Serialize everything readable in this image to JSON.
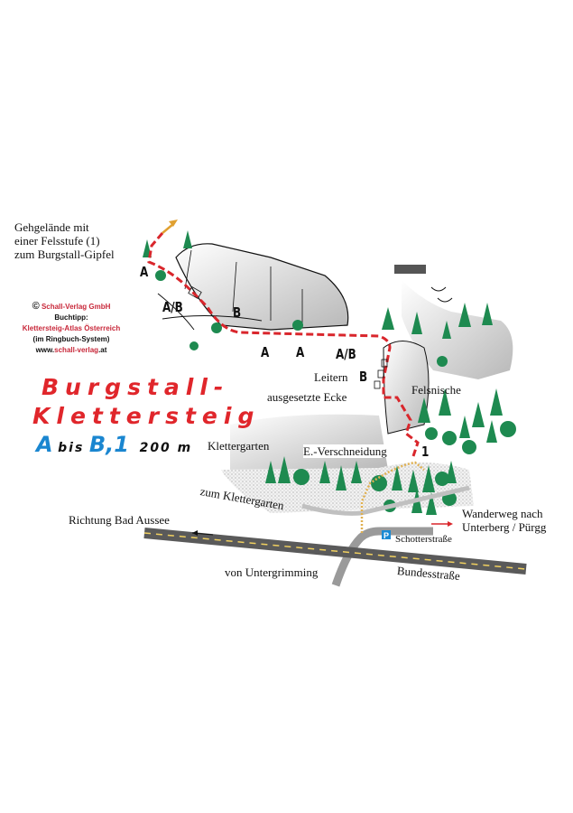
{
  "title": {
    "line1": "Burgstall-",
    "line2": "Klettersteig"
  },
  "difficulty": {
    "from": "A",
    "bis": "bis",
    "to": "B,1",
    "length": "200 m"
  },
  "credits": {
    "copyright": "Schall-Verlag GmbH",
    "tip_label": "Buchtipp:",
    "book": "Klettersteig-Atlas Österreich",
    "format": "(im Ringbuch-System)",
    "url_prefix": "www.",
    "url_name": "schall-verlag",
    "url_suffix": ".at"
  },
  "labels": {
    "summit": [
      "Gehgelände mit",
      "einer Felsstufe (1)",
      "zum Burgstall-Gipfel"
    ],
    "leitern": "Leitern",
    "ecke": "ausgesetzte Ecke",
    "felsnische": "Felsnische",
    "klettergarten": "Klettergarten",
    "verschneidung": "E.-Verschneidung",
    "zum_klettergarten": "zum Klettergarten",
    "bad_aussee": "Richtung Bad Aussee",
    "wanderweg": [
      "Wanderweg nach",
      "Unterberg / Pürgg"
    ],
    "schotter": "Schotterstraße",
    "untergrimming": "von Untergrimming",
    "bundesstrasse": "Bundesstraße",
    "parking": "P"
  },
  "grades": [
    "A",
    "A/B",
    "B",
    "A",
    "A",
    "A/B",
    "B",
    "1"
  ],
  "colors": {
    "route": "#d9262c",
    "trail": "#e0b050",
    "road": "#5a5a5a",
    "tree": "#1e8a50",
    "title": "#e0262b",
    "grade_blue": "#1a86d0",
    "parking": "#1a8ad4"
  }
}
